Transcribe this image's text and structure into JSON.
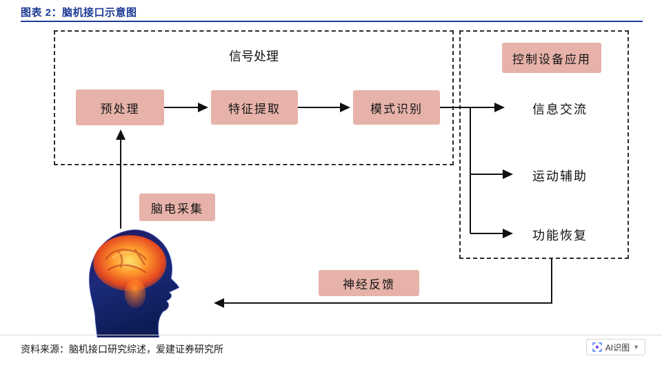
{
  "header": {
    "title": "图表 2：脑机接口示意图"
  },
  "diagram": {
    "signal_box_label": "信号处理",
    "nodes": {
      "preprocess": "预处理",
      "feature_extract": "特征提取",
      "pattern_recognition": "模式识别",
      "control_device": "控制设备应用",
      "eeg_collection": "脑电采集",
      "neural_feedback": "神经反馈"
    },
    "applications": [
      "信息交流",
      "运动辅助",
      "功能恢复"
    ]
  },
  "footer": {
    "source": "资料来源：脑机接口研究综述，爱建证券研究所",
    "ai_button_label": "AI识图"
  },
  "colors": {
    "accent_blue": "#1d3a94",
    "node_pink": "#e6b2a9",
    "arrow_black": "#111111"
  }
}
